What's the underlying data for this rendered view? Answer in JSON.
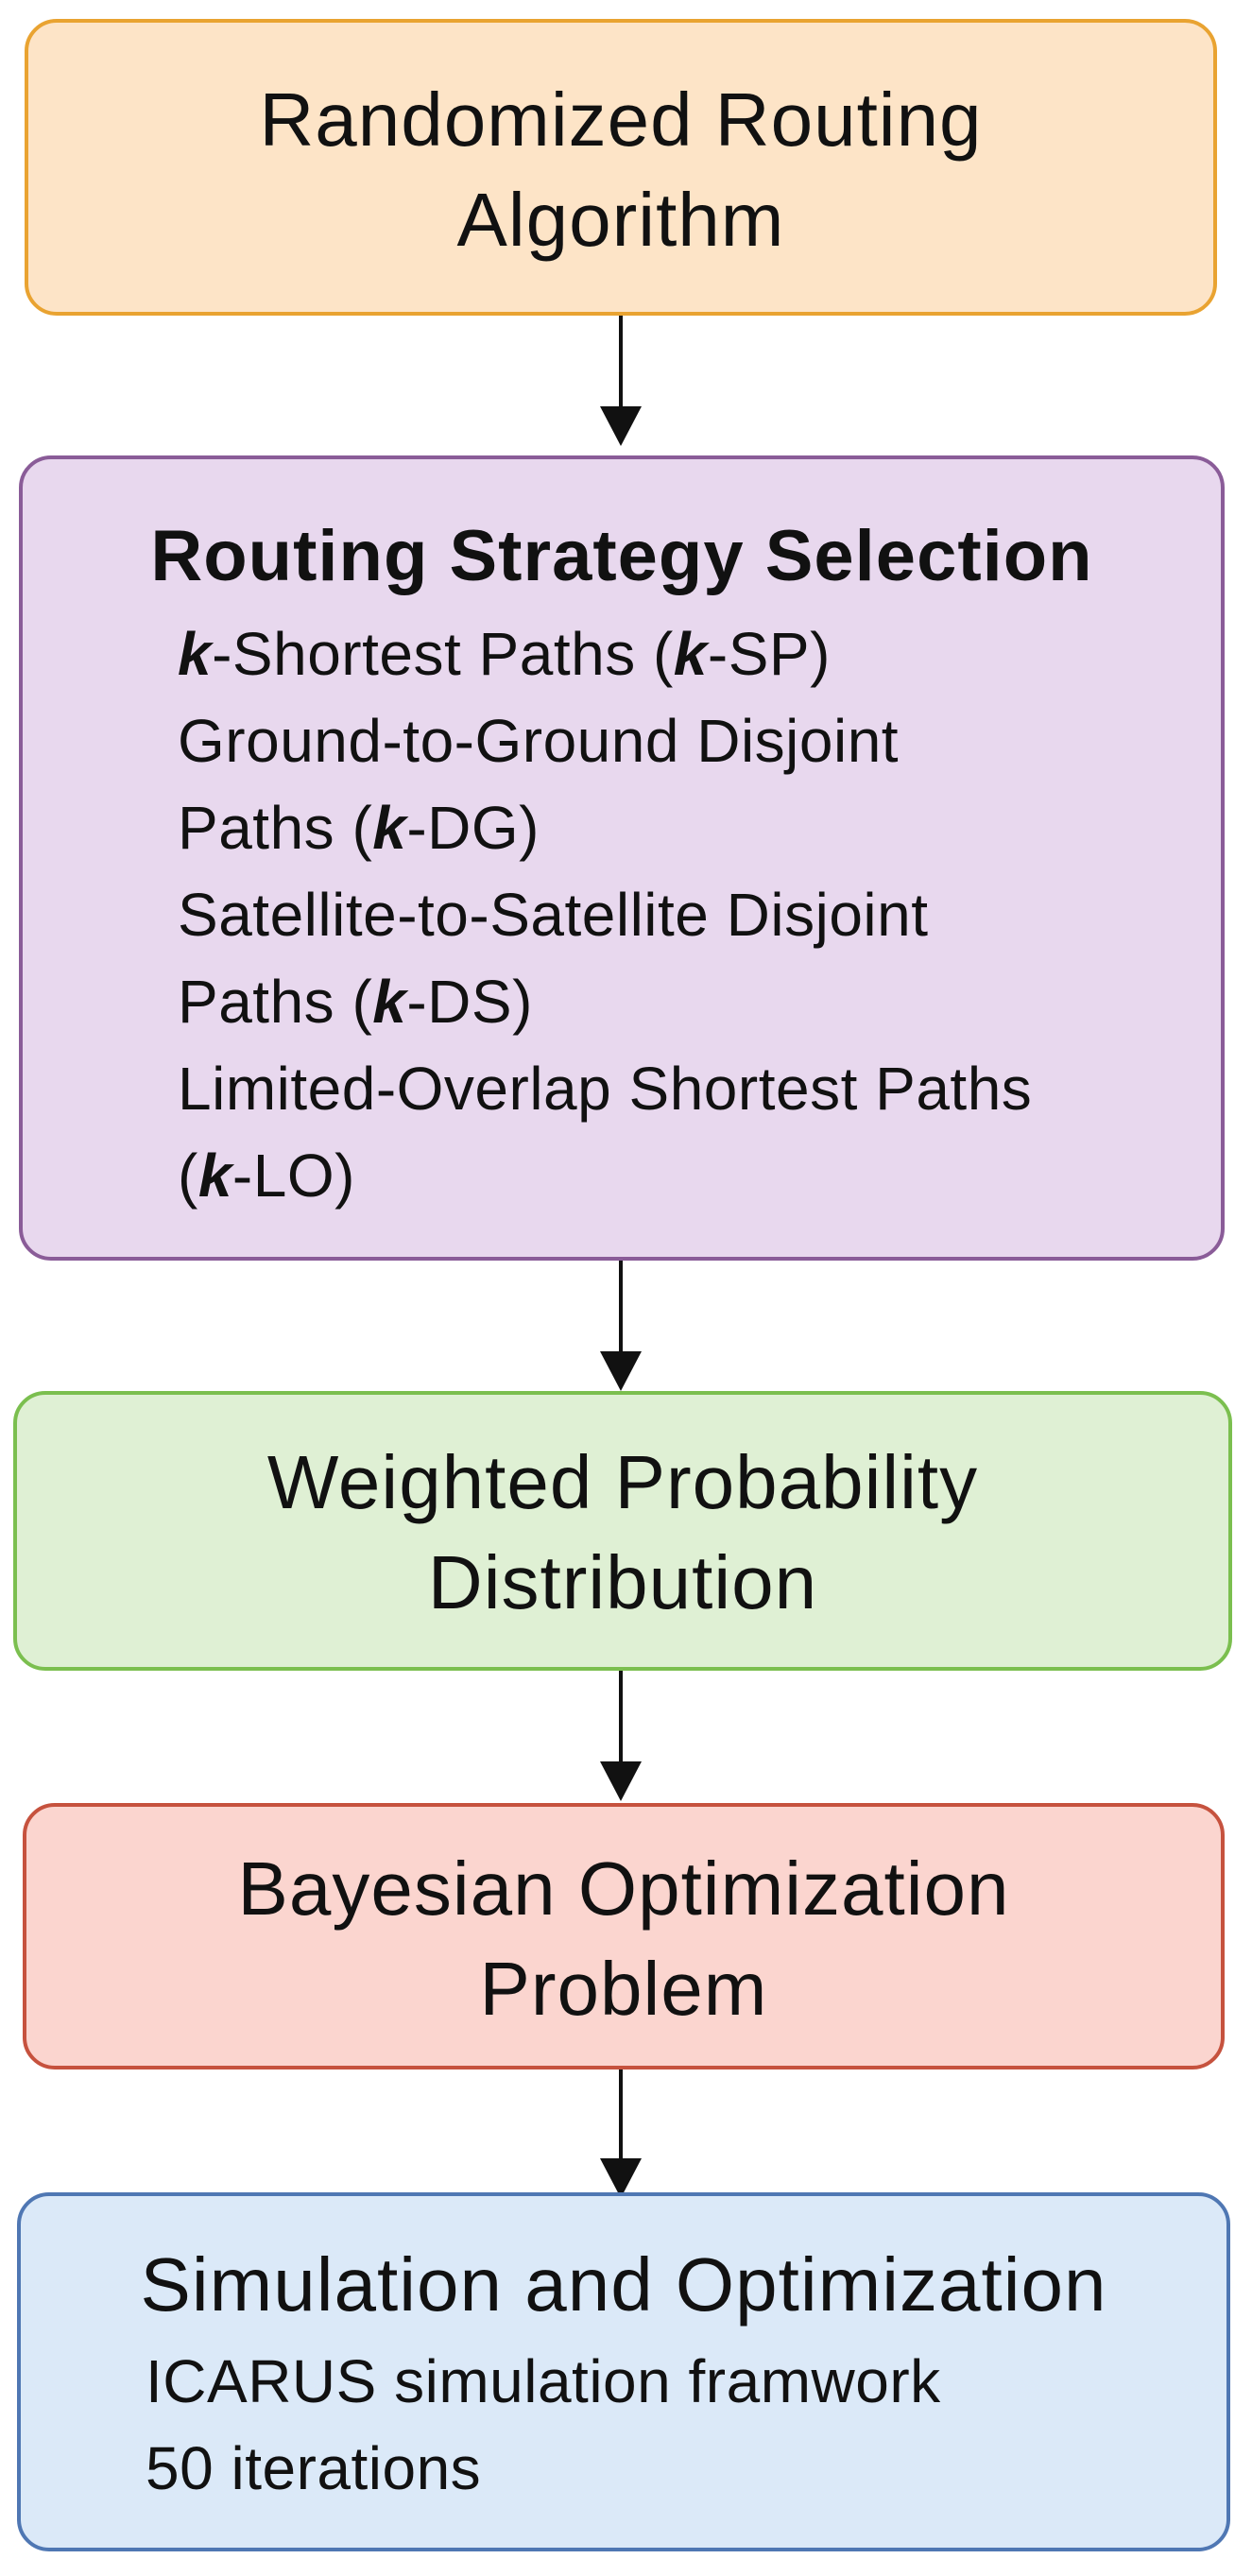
{
  "colors": {
    "box1_fill": "#fde4c7",
    "box1_border": "#e9a331",
    "box2_fill": "#e8d8ee",
    "box2_border": "#8a5c98",
    "box3_fill": "#dff0d4",
    "box3_border": "#7bbf4f",
    "box4_fill": "#fbd5cf",
    "box4_border": "#c6523e",
    "box5_fill": "#dbe9f8",
    "box5_border": "#4f77b3",
    "arrow": "#111111"
  },
  "box1": {
    "line1": "Randomized Routing",
    "line2": "Algorithm"
  },
  "box2": {
    "title": "Routing Strategy Selection",
    "items": [
      {
        "k": "k",
        "rest": "-Shortest Paths (",
        "k2": "k",
        "tail": "-SP)"
      },
      {
        "text": "Ground-to-Ground Disjoint"
      },
      {
        "pre": "Paths (",
        "k": "k",
        "tail": "-DG)"
      },
      {
        "text": "Satellite-to-Satellite Disjoint"
      },
      {
        "pre": "Paths (",
        "k": "k",
        "tail": "-DS)"
      },
      {
        "text": "Limited-Overlap Shortest Paths"
      },
      {
        "pre": "(",
        "k": "k",
        "tail": "-LO)"
      }
    ]
  },
  "box3": {
    "line1": "Weighted Probability",
    "line2": "Distribution"
  },
  "box4": {
    "line1": "Bayesian Optimization",
    "line2": "Problem"
  },
  "box5": {
    "title": "Simulation and Optimization",
    "items": [
      "ICARUS simulation framwork",
      "50 iterations"
    ]
  }
}
